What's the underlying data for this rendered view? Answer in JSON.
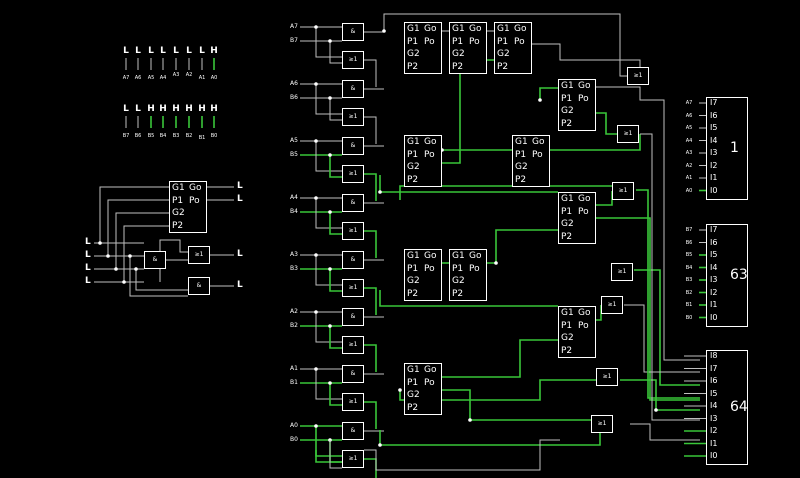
{
  "inputs_a": {
    "levels": [
      "L",
      "L",
      "L",
      "L",
      "L",
      "L",
      "L",
      "H"
    ],
    "labels": [
      "A7",
      "A6",
      "A5",
      "A4",
      "A3",
      "A2",
      "A1",
      "A0"
    ]
  },
  "inputs_b": {
    "levels": [
      "L",
      "L",
      "H",
      "H",
      "H",
      "H",
      "H",
      "H"
    ],
    "labels": [
      "B7",
      "B6",
      "B5",
      "B4",
      "B3",
      "B2",
      "B1",
      "B0"
    ]
  },
  "cla": {
    "pins": [
      "G1",
      "Go",
      "P1",
      "Po",
      "G2",
      "P2"
    ]
  },
  "gates": {
    "and_label": "&",
    "or_label": "≥1"
  },
  "demo": {
    "input_levels": [
      "L",
      "L",
      "L",
      "L"
    ],
    "output_levels": [
      "L",
      "L",
      "L",
      "L"
    ]
  },
  "row_labels": {
    "a": [
      "A7",
      "A6",
      "A5",
      "A4",
      "A3",
      "A2",
      "A1",
      "A0"
    ],
    "b": [
      "B7",
      "B6",
      "B5",
      "B4",
      "B3",
      "B2",
      "B1",
      "B0"
    ]
  },
  "displays": [
    {
      "value": "1",
      "pins": [
        "I7",
        "I6",
        "I5",
        "I4",
        "I3",
        "I2",
        "I1",
        "I0"
      ],
      "pin_labels": [
        "A7",
        "A6",
        "A5",
        "A4",
        "A3",
        "A2",
        "A1",
        "A0"
      ]
    },
    {
      "value": "63",
      "pins": [
        "I7",
        "I6",
        "I5",
        "I4",
        "I3",
        "I2",
        "I1",
        "I0"
      ],
      "pin_labels": [
        "B7",
        "B6",
        "B5",
        "B4",
        "B3",
        "B2",
        "B1",
        "B0"
      ]
    },
    {
      "value": "64",
      "pins": [
        "I8",
        "I7",
        "I6",
        "I5",
        "I4",
        "I3",
        "I2",
        "I1",
        "I0"
      ],
      "pin_labels": []
    }
  ],
  "colors": {
    "active": "#39c639",
    "wire": "#bfbfbf",
    "background": "#000000"
  }
}
